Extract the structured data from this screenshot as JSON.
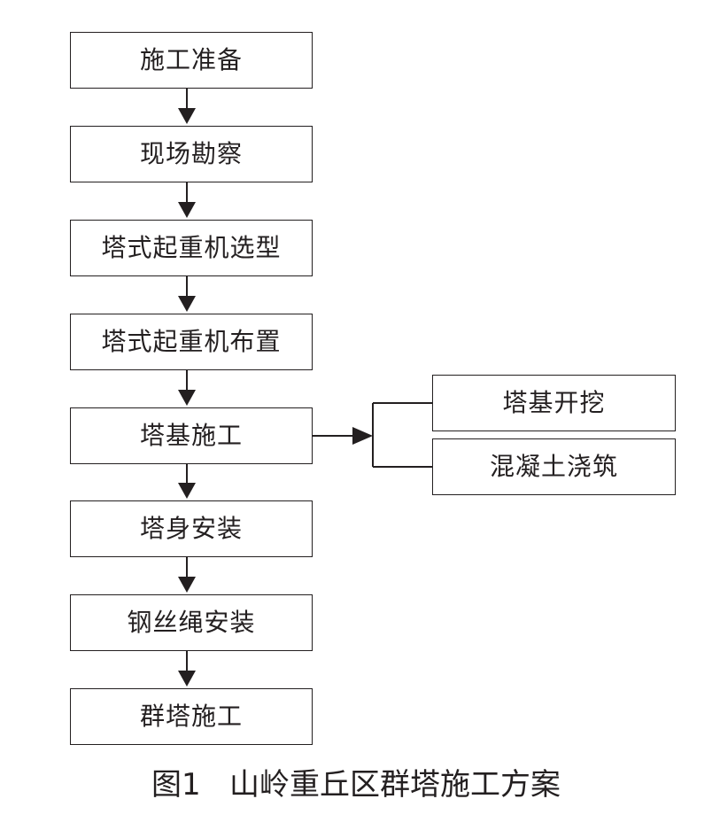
{
  "diagram": {
    "steps": [
      "施工准备",
      "现场勘察",
      "塔式起重机选型",
      "塔式起重机布置",
      "塔基施工",
      "塔身安装",
      "钢丝绳安装",
      "群塔施工"
    ],
    "substeps": [
      "塔基开挖",
      "混凝土浇筑"
    ],
    "caption": "图1   山岭重丘区群塔施工方案"
  }
}
